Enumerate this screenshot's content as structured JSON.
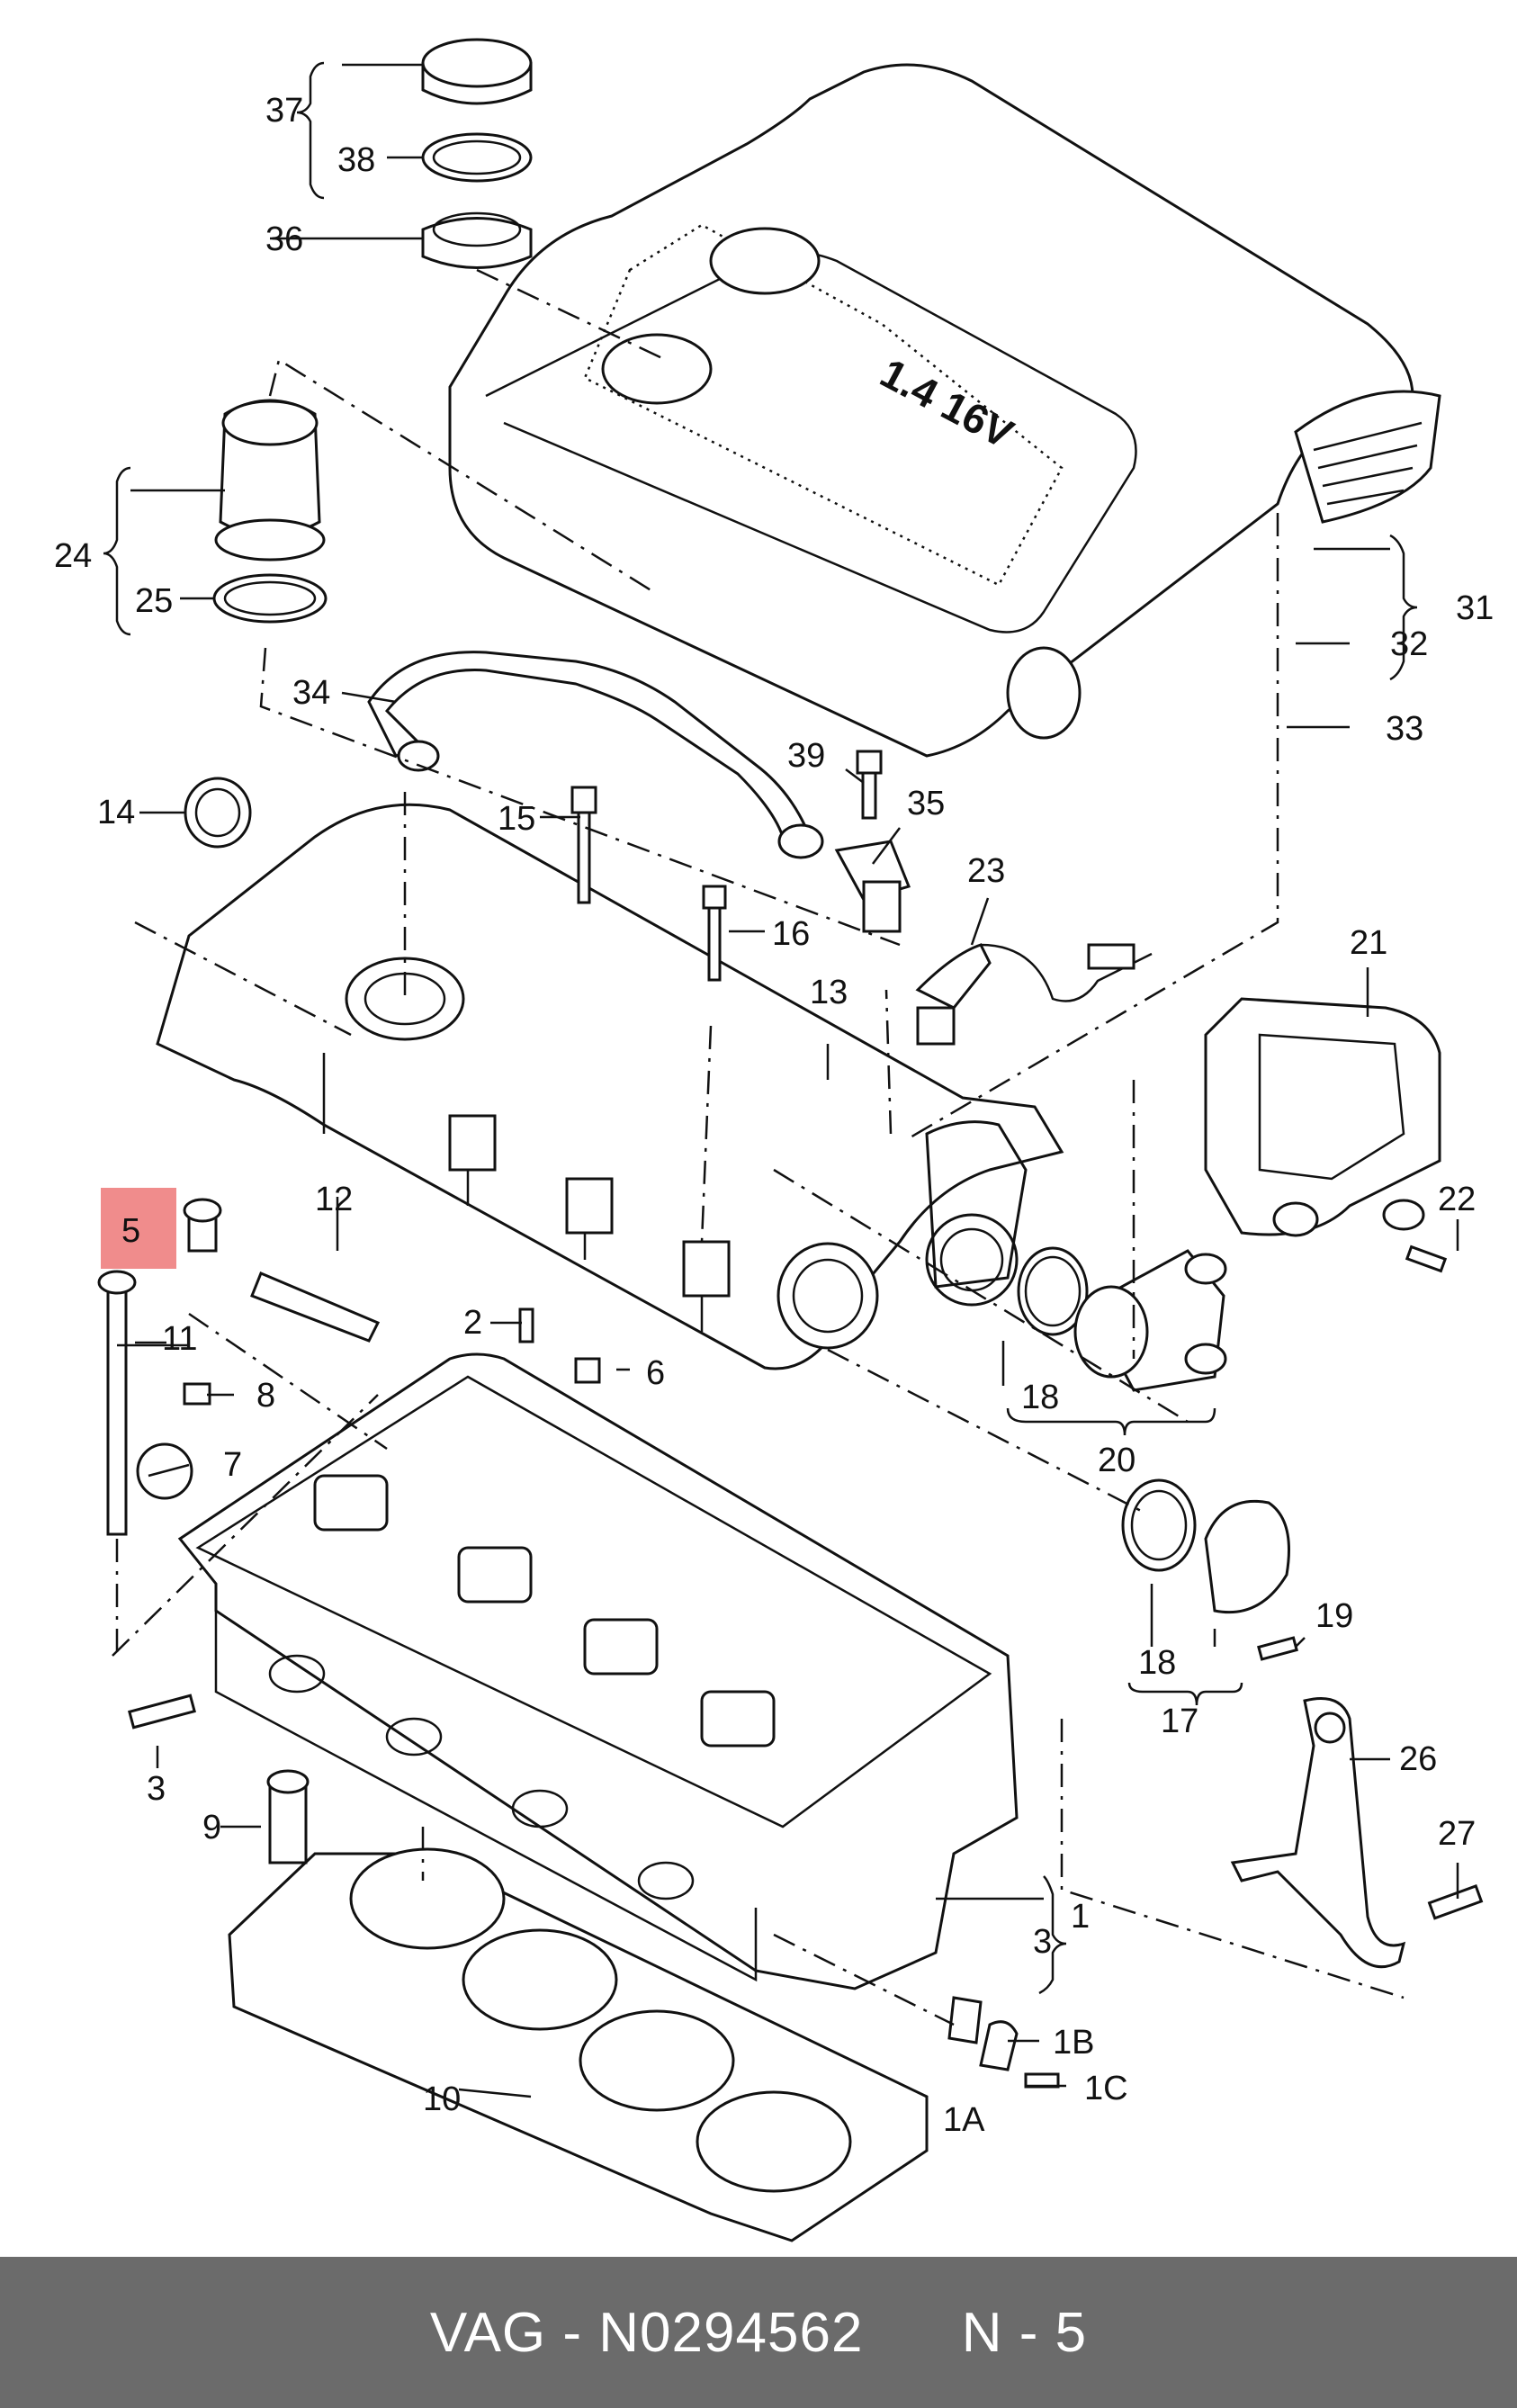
{
  "diagram": {
    "emblem": "1.4 16V",
    "labels": {
      "p1": "1",
      "p1A": "1A",
      "p1B": "1B",
      "p1C": "1C",
      "p2": "2",
      "p3a": "3",
      "p3b": "3",
      "p5": "5",
      "p6": "6",
      "p7": "7",
      "p8": "8",
      "p9": "9",
      "p10": "10",
      "p11": "11",
      "p12": "12",
      "p13": "13",
      "p14": "14",
      "p15": "15",
      "p16": "16",
      "p17": "17",
      "p18a": "18",
      "p18b": "18",
      "p19": "19",
      "p20": "20",
      "p21": "21",
      "p22": "22",
      "p23": "23",
      "p24": "24",
      "p25": "25",
      "p26": "26",
      "p27": "27",
      "p31": "31",
      "p32": "32",
      "p33": "33",
      "p34": "34",
      "p35": "35",
      "p36": "36",
      "p37": "37",
      "p38": "38",
      "p39": "39"
    },
    "highlight_color": "#f08c8c"
  },
  "footer": {
    "brand": "VAG",
    "separator": " - ",
    "part_number": "N0294562",
    "position_label": "N - 5"
  },
  "colors": {
    "footer_bg": "#6b6b6b",
    "footer_text": "#ffffff"
  }
}
